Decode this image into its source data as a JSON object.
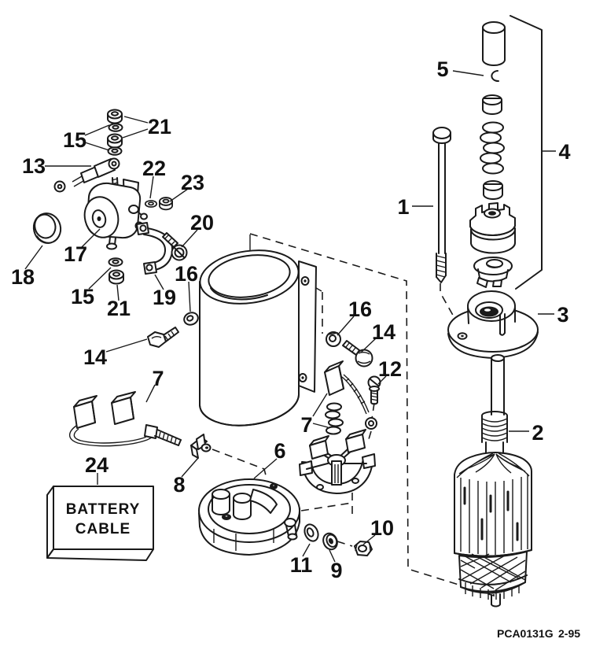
{
  "diagram": {
    "background": "#ffffff",
    "line_color": "#1a1a1a"
  },
  "battery_box": {
    "line1": "BATTERY",
    "line2": "CABLE"
  },
  "footer": {
    "code": "PCA0131G",
    "date": "2-95"
  },
  "callouts": [
    {
      "label": "1"
    },
    {
      "label": "2"
    },
    {
      "label": "3"
    },
    {
      "label": "4"
    },
    {
      "label": "5"
    },
    {
      "label": "6"
    },
    {
      "label": "7"
    },
    {
      "label": "7"
    },
    {
      "label": "8"
    },
    {
      "label": "9"
    },
    {
      "label": "10"
    },
    {
      "label": "11"
    },
    {
      "label": "12"
    },
    {
      "label": "13"
    },
    {
      "label": "14"
    },
    {
      "label": "14"
    },
    {
      "label": "15"
    },
    {
      "label": "15"
    },
    {
      "label": "16"
    },
    {
      "label": "16"
    },
    {
      "label": "17"
    },
    {
      "label": "18"
    },
    {
      "label": "19"
    },
    {
      "label": "20"
    },
    {
      "label": "21"
    },
    {
      "label": "21"
    },
    {
      "label": "22"
    },
    {
      "label": "23"
    },
    {
      "label": "24"
    }
  ]
}
